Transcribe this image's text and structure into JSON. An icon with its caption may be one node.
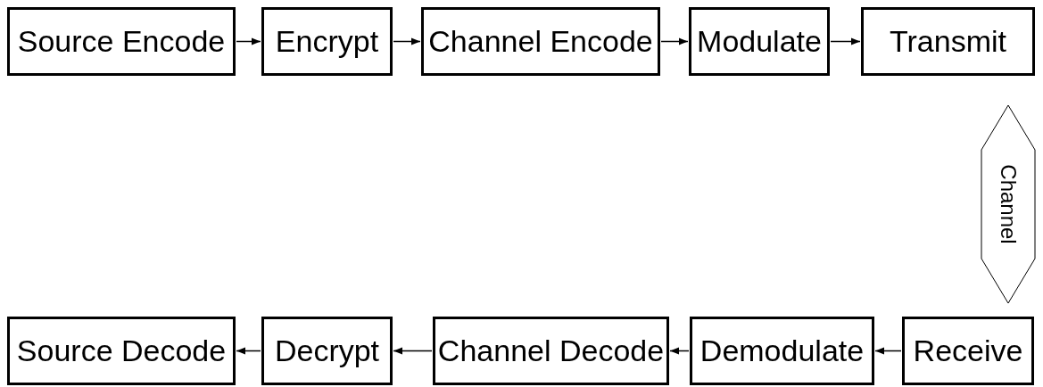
{
  "diagram": {
    "nodes": [
      {
        "text": [
          "Source Encode"
        ]
      },
      {
        "text": [
          "Encrypt"
        ]
      },
      {
        "text": [
          "Channel Encode"
        ]
      },
      {
        "text": [
          "Modulate"
        ]
      },
      {
        "text": [
          "Transmit"
        ]
      },
      {
        "text": [
          "Channel"
        ]
      },
      {
        "text": [
          "Source Decode"
        ]
      },
      {
        "text": [
          "Decrypt"
        ]
      },
      {
        "text": [
          "Channel Decode"
        ]
      },
      {
        "text": [
          "Demodulate"
        ]
      },
      {
        "text": [
          "Receive"
        ]
      }
    ],
    "edges": [
      {
        "from": 0,
        "to": 1,
        "arrow": "to"
      },
      {
        "from": 1,
        "to": 2,
        "arrow": "to"
      },
      {
        "from": 2,
        "to": 3,
        "arrow": "to"
      },
      {
        "from": 3,
        "to": 4,
        "arrow": "to"
      },
      {
        "from": 10,
        "to": 9,
        "arrow": "to"
      },
      {
        "from": 9,
        "to": 8,
        "arrow": "to"
      },
      {
        "from": 8,
        "to": 7,
        "arrow": "to"
      },
      {
        "from": 7,
        "to": 6,
        "arrow": "to"
      }
    ]
  }
}
